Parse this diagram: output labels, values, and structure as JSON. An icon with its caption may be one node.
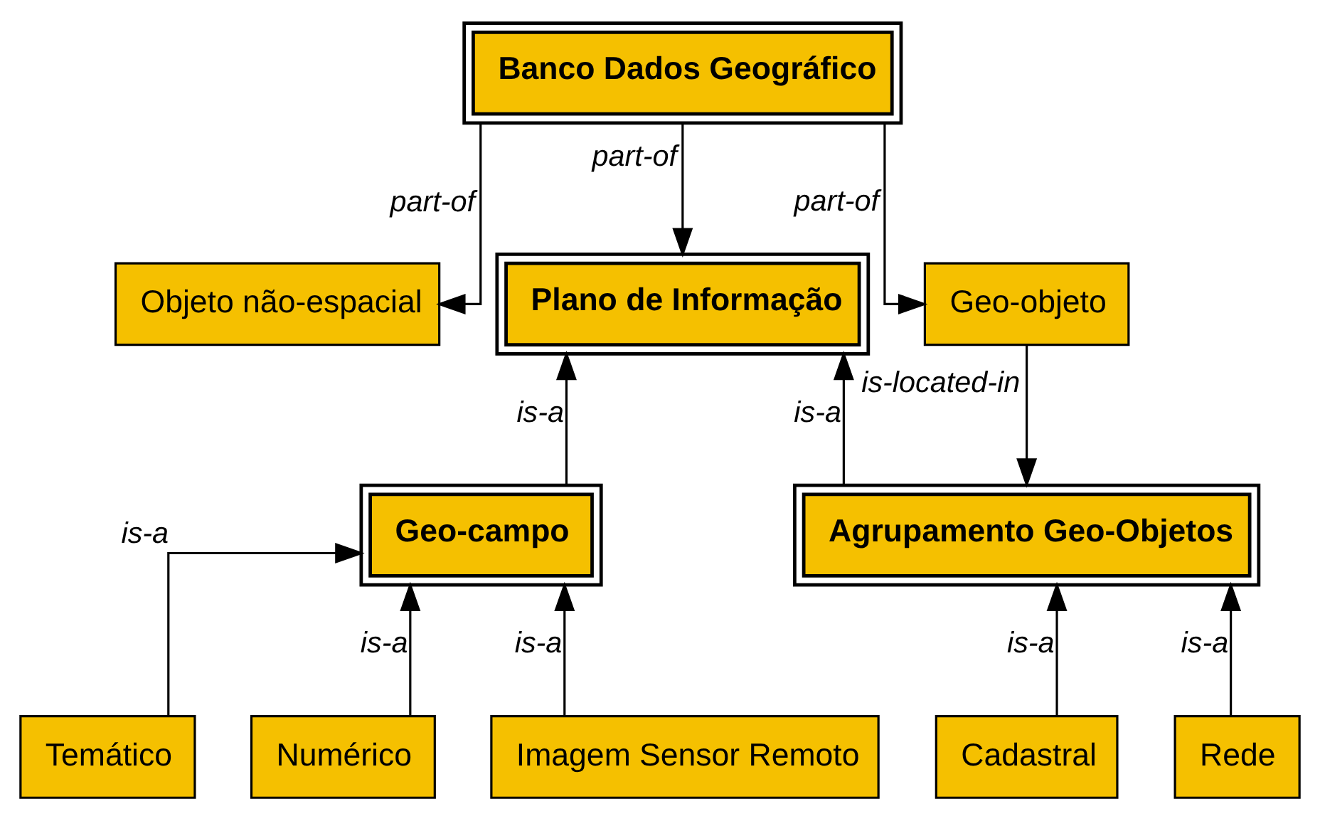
{
  "diagram": {
    "nodes": [
      {
        "text": [
          "Banco Dados Geográfico"
        ]
      },
      {
        "text": [
          "Objeto não-espacial"
        ]
      },
      {
        "text": [
          "Plano de Informação"
        ]
      },
      {
        "text": [
          "Geo-objeto"
        ]
      },
      {
        "text": [
          "Geo-campo"
        ]
      },
      {
        "text": [
          "Agrupamento Geo-Objetos"
        ]
      },
      {
        "text": [
          "Temático"
        ]
      },
      {
        "text": [
          "Numérico"
        ]
      },
      {
        "text": [
          "Imagem Sensor Remoto"
        ]
      },
      {
        "text": [
          "Cadastral"
        ]
      },
      {
        "text": [
          "Rede"
        ]
      }
    ],
    "edges": [
      {
        "from": 0,
        "to": 1,
        "arrow": "to",
        "label": "part-of"
      },
      {
        "from": 0,
        "to": 2,
        "arrow": "to",
        "label": "part-of"
      },
      {
        "from": 0,
        "to": 3,
        "arrow": "to",
        "label": "part-of"
      },
      {
        "from": 4,
        "to": 2,
        "arrow": "to",
        "label": "is-a"
      },
      {
        "from": 5,
        "to": 2,
        "arrow": "to",
        "label": "is-a"
      },
      {
        "from": 3,
        "to": 5,
        "arrow": "to",
        "label": "is-located-in"
      },
      {
        "from": 6,
        "to": 4,
        "arrow": "to",
        "label": "is-a"
      },
      {
        "from": 7,
        "to": 4,
        "arrow": "to",
        "label": "is-a"
      },
      {
        "from": 8,
        "to": 4,
        "arrow": "to",
        "label": "is-a"
      },
      {
        "from": 9,
        "to": 5,
        "arrow": "to",
        "label": "is-a"
      },
      {
        "from": 10,
        "to": 5,
        "arrow": "to",
        "label": "is-a"
      }
    ]
  }
}
